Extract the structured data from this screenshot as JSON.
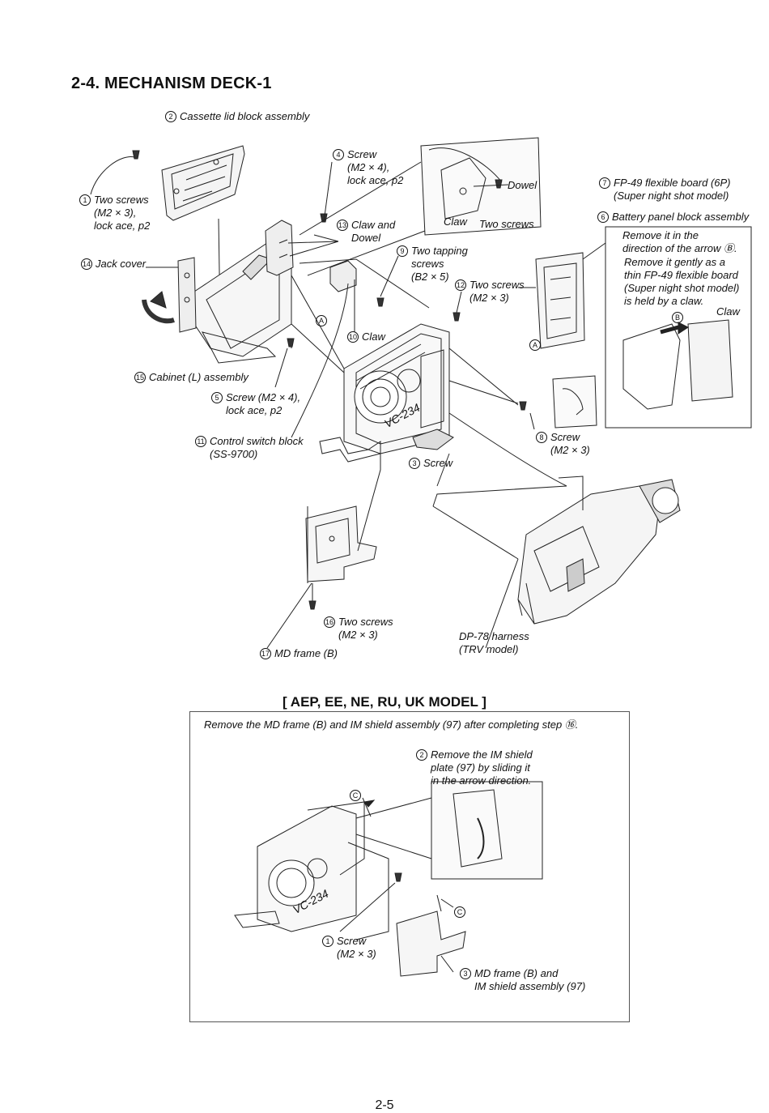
{
  "page": {
    "title": "2-4.  MECHANISM DECK-1",
    "page_number": "2-5"
  },
  "labels": {
    "l2": {
      "num": "2",
      "lines": [
        "Cassette lid block assembly"
      ]
    },
    "l1": {
      "num": "1",
      "lines": [
        "Two screws",
        "(M2 × 3),",
        "lock ace, p2"
      ]
    },
    "l4": {
      "num": "4",
      "lines": [
        "Screw",
        "(M2 × 4),",
        "lock ace, p2"
      ]
    },
    "l13": {
      "num": "13",
      "lines": [
        "Claw and",
        "Dowel"
      ]
    },
    "dowel": {
      "lines": [
        "Dowel"
      ]
    },
    "claw_top": {
      "lines": [
        "Claw"
      ]
    },
    "two_screws_top": {
      "lines": [
        "Two screws"
      ]
    },
    "l9": {
      "num": "9",
      "lines": [
        "Two tapping",
        "screws",
        "(B2 × 5)"
      ]
    },
    "l14": {
      "num": "14",
      "lines": [
        "Jack cover"
      ]
    },
    "l12": {
      "num": "12",
      "lines": [
        "Two screws",
        "(M2 × 3)"
      ]
    },
    "l7": {
      "num": "7",
      "lines": [
        "FP-49 flexible board (6P)",
        "(Super night shot model)"
      ]
    },
    "l6": {
      "num": "6",
      "lines": [
        "Battery panel block assembly"
      ]
    },
    "note6a": {
      "lines": [
        "Remove it in the",
        "direction of the arrow Ⓑ."
      ]
    },
    "note6b": {
      "lines": [
        "Remove it gently as a",
        "thin FP-49 flexible board",
        "(Super night shot model)",
        "is held by a claw."
      ]
    },
    "claw_right": {
      "lines": [
        "Claw"
      ]
    },
    "l10": {
      "num": "10",
      "lines": [
        "Claw"
      ]
    },
    "l15": {
      "num": "15",
      "lines": [
        "Cabinet (L) assembly"
      ]
    },
    "l5": {
      "num": "5",
      "lines": [
        "Screw (M2 × 4),",
        "lock ace, p2"
      ]
    },
    "l8": {
      "num": "8",
      "lines": [
        "Screw",
        "(M2 × 3)"
      ]
    },
    "l11": {
      "num": "11",
      "lines": [
        "Control switch block",
        "(SS-9700)"
      ]
    },
    "l3": {
      "num": "3",
      "lines": [
        "Screw"
      ]
    },
    "l16": {
      "num": "16",
      "lines": [
        "Two screws",
        "(M2 × 3)"
      ]
    },
    "l17": {
      "num": "17",
      "lines": [
        "MD frame (B)"
      ]
    },
    "dp78": {
      "lines": [
        "DP-78 harness",
        "(TRV model)"
      ]
    },
    "vc234": "VC-234"
  },
  "model_section": {
    "heading": "[ AEP, EE, NE, RU, UK MODEL ]",
    "instruction": "Remove the MD frame (B) and IM shield assembly (97) after completing step ⑯.",
    "m2": {
      "num": "2",
      "lines": [
        "Remove the IM shield",
        "plate (97) by sliding it",
        "in the arrow direction."
      ]
    },
    "m1": {
      "num": "1",
      "lines": [
        "Screw",
        "(M2 × 3)"
      ]
    },
    "m3": {
      "num": "3",
      "lines": [
        "MD frame (B) and",
        "IM shield assembly (97)"
      ]
    },
    "vc234": "VC-234"
  },
  "markers": {
    "a": "A",
    "b": "B",
    "c": "C"
  }
}
